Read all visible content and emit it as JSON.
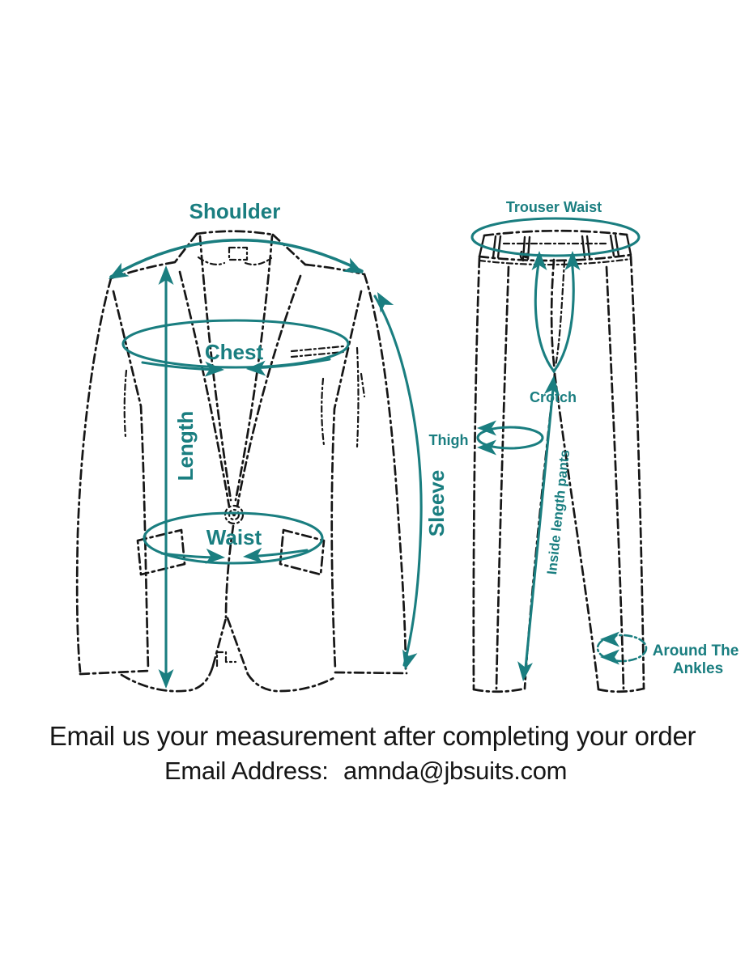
{
  "colors": {
    "accent_teal": "#1A7E80",
    "line_ink": "#161616",
    "background": "#FFFFFF"
  },
  "labels": {
    "shoulder": "Shoulder",
    "chest": "Chest",
    "length": "Length",
    "waist": "Waist",
    "sleeve": "Sleeve",
    "trouser_waist": "Trouser Waist",
    "crotch": "Crotch",
    "thigh": "Thigh",
    "inside_length": "Inside length pants",
    "around_ankles_line1": "Around The",
    "around_ankles_line2": "Ankles"
  },
  "footer": {
    "line1": "Email us your measurement after completing your order",
    "email_label": "Email Address:",
    "email_address": "amnda@jbsuits.com"
  }
}
